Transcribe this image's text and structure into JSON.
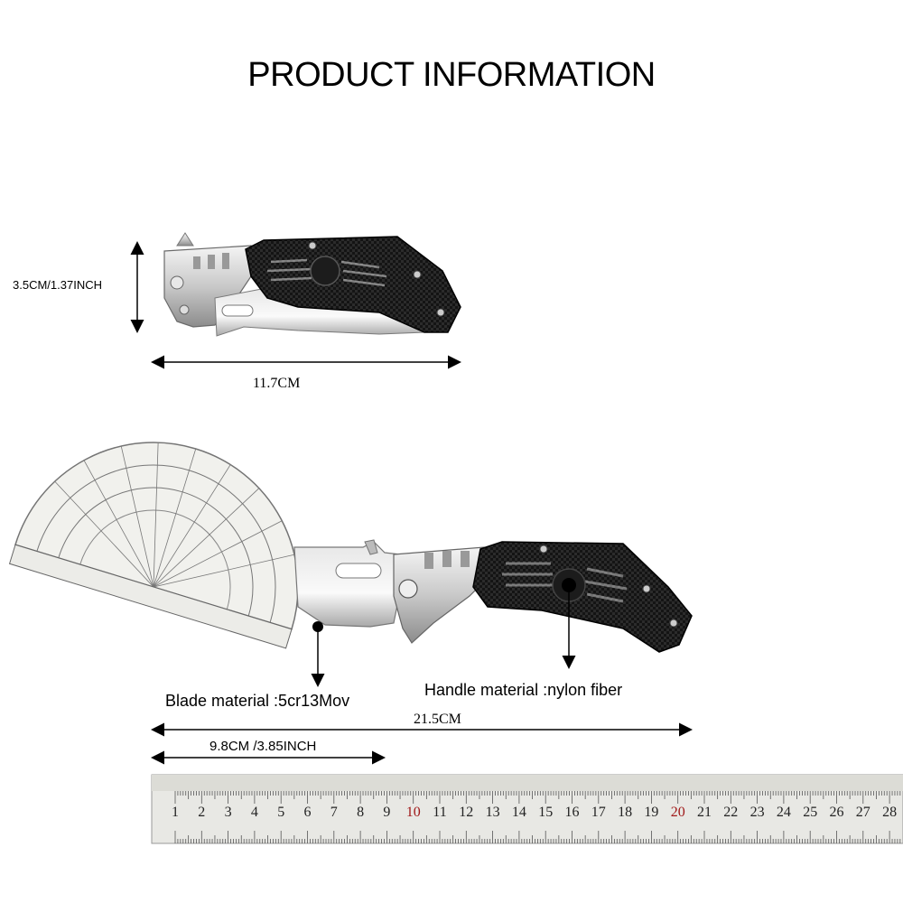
{
  "title": "PRODUCT INFORMATION",
  "top_knife": {
    "height_label": "3.5CM/1.37INCH",
    "length_label": "11.7CM"
  },
  "bottom_knife": {
    "blade_material_label": "Blade material :5cr13Mov",
    "handle_material_label": "Handle material :nylon fiber",
    "total_length_label": "21.5CM",
    "blade_length_label": "9.8CM /3.85INCH"
  },
  "ruler": {
    "numbers": [
      "1",
      "2",
      "3",
      "4",
      "5",
      "6",
      "7",
      "8",
      "9",
      "10",
      "11",
      "12",
      "13",
      "14",
      "15",
      "16",
      "17",
      "18",
      "19",
      "20",
      "21",
      "22",
      "23",
      "24",
      "25",
      "26",
      "27",
      "28"
    ]
  }
}
